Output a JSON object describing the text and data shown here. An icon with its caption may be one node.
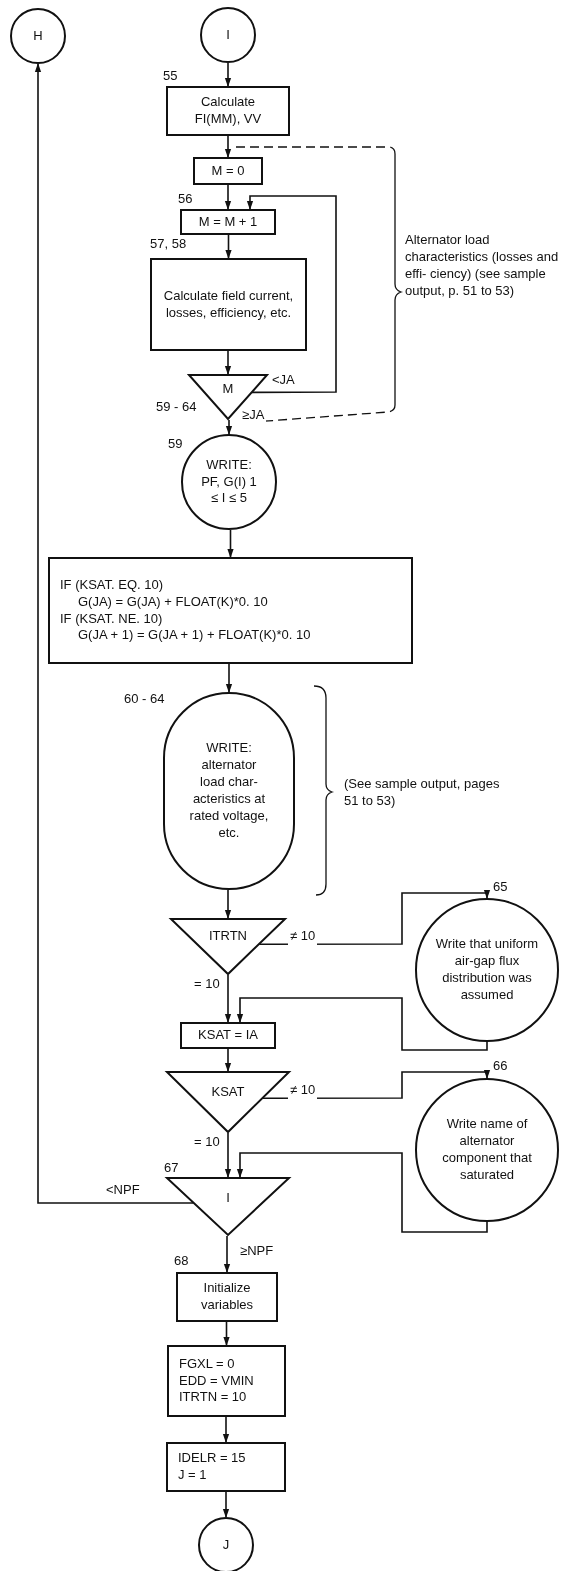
{
  "diagram": {
    "nodes": [
      {
        "text": [
          "H"
        ]
      },
      {
        "text": [
          "I"
        ]
      },
      {
        "text": [
          "Calculate FI(MM), VV"
        ],
        "beside": [
          "55"
        ]
      },
      {
        "text": [
          "M = 0"
        ]
      },
      {
        "text": [
          "M = M + 1"
        ],
        "beside": [
          "56"
        ]
      },
      {
        "text": [
          "Calculate field current, losses, efficiency, etc."
        ],
        "beside": [
          "57, 58"
        ]
      },
      {
        "text": [
          "M"
        ],
        "beside": [
          "59 - 64"
        ]
      },
      {
        "text": [
          "WRITE: PF, G(I) 1 ≤ I ≤ 5"
        ],
        "beside": [
          "59"
        ]
      },
      {
        "text": [
          "IF (KSAT. EQ. 10)",
          "G(JA) = G(JA) + FLOAT(K)*0. 10",
          "IF (KSAT. NE. 10)",
          "G(JA + 1) = G(JA + 1) + FLOAT(K)*0. 10"
        ]
      },
      {
        "text": [
          "WRITE: alternator load char- acteristics at rated voltage, etc."
        ],
        "beside": [
          "60 - 64"
        ]
      },
      {
        "text": [
          "ITRTN"
        ]
      },
      {
        "text": [
          "Write that uniform air-gap flux distribution was assumed"
        ],
        "beside": [
          "65"
        ]
      },
      {
        "text": [
          "KSAT = IA"
        ]
      },
      {
        "text": [
          "KSAT"
        ]
      },
      {
        "text": [
          "Write name of alternator component that saturated"
        ],
        "beside": [
          "66"
        ]
      },
      {
        "text": [
          "I"
        ],
        "beside": [
          "67"
        ]
      },
      {
        "text": [
          "Initialize variables"
        ],
        "beside": [
          "68"
        ]
      },
      {
        "text": [
          "FGXL = 0",
          "EDD = VMIN",
          "ITRTN = 10"
        ]
      },
      {
        "text": [
          "IDELR = 15",
          "J = 1"
        ]
      },
      {
        "text": [
          "J"
        ]
      }
    ],
    "edges": [
      {
        "from": 1,
        "to": 2,
        "arrow": "to"
      },
      {
        "from": 2,
        "to": 3,
        "arrow": "to"
      },
      {
        "from": 3,
        "to": 4,
        "arrow": "to"
      },
      {
        "from": 4,
        "to": 5,
        "arrow": "to"
      },
      {
        "from": 5,
        "to": 6,
        "arrow": "to"
      },
      {
        "from": 6,
        "to": 4,
        "label": "<JA",
        "arrow": "to"
      },
      {
        "from": 6,
        "to": 7,
        "label": "≥JA",
        "arrow": "to"
      },
      {
        "from": 7,
        "to": 8,
        "arrow": "to"
      },
      {
        "from": 8,
        "to": 9,
        "arrow": "to"
      },
      {
        "from": 9,
        "to": 10,
        "arrow": "to"
      },
      {
        "from": 10,
        "to": 11,
        "label": "≠ 10",
        "arrow": "to"
      },
      {
        "from": 10,
        "to": 12,
        "label": "= 10",
        "arrow": "to"
      },
      {
        "from": 11,
        "to": 12,
        "arrow": "to"
      },
      {
        "from": 12,
        "to": 13,
        "arrow": "to"
      },
      {
        "from": 13,
        "to": 14,
        "label": "≠ 10",
        "arrow": "to"
      },
      {
        "from": 13,
        "to": 15,
        "label": "= 10",
        "arrow": "to"
      },
      {
        "from": 14,
        "to": 15,
        "arrow": "to"
      },
      {
        "from": 15,
        "to": 0,
        "label": "<NPF",
        "arrow": "to"
      },
      {
        "from": 15,
        "to": 16,
        "label": "≥NPF",
        "arrow": "to"
      },
      {
        "from": 16,
        "to": 17,
        "arrow": "to"
      },
      {
        "from": 17,
        "to": 18,
        "arrow": "to"
      },
      {
        "from": 18,
        "to": 19,
        "arrow": "to"
      }
    ],
    "labels": [
      "Alternator load characteristics (losses and effi- ciency) (see sample output, p. 51 to 53)",
      "(See sample output, pages 51 to 53)"
    ]
  }
}
